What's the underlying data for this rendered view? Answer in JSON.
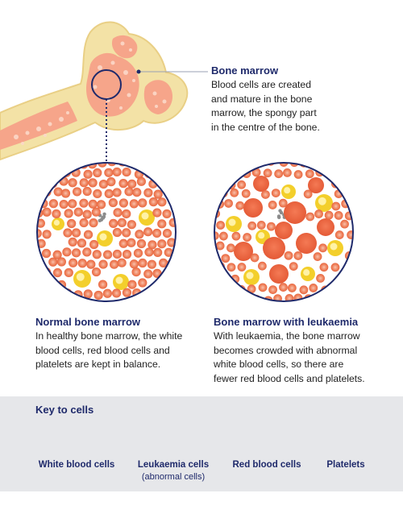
{
  "colors": {
    "bone": "#f3e2a6",
    "bone_edge": "#e9cf85",
    "marrow": "#f6a58a",
    "red_cell": "#ef7b57",
    "red_cell_light": "#f8b9a1",
    "white_cell": "#f3cf2b",
    "leukaemia_cell": "#ec6b48",
    "platelet": "#8c8c8c",
    "navy": "#1f2a6b",
    "key_bg": "#e6e7ea"
  },
  "bone_marrow": {
    "title": "Bone marrow",
    "lines": [
      "Blood cells are created",
      "and mature in the bone",
      "marrow, the spongy part",
      "in the centre of the bone."
    ]
  },
  "normal": {
    "title": "Normal bone marrow",
    "lines": [
      "In healthy bone marrow, the white",
      "blood cells, red blood cells and",
      "platelets are kept in balance."
    ]
  },
  "leukaemia": {
    "title": "Bone marrow with leukaemia",
    "lines": [
      "With leukaemia, the bone marrow",
      "becomes crowded with abnormal",
      "white blood cells, so there are",
      "fewer red blood cells and platelets."
    ]
  },
  "key": {
    "title": "Key to cells",
    "items": [
      {
        "label": "White blood cells",
        "icon": "white-blood-cell-icon"
      },
      {
        "label": "Leukaemia cells",
        "sub": "(abnormal cells)",
        "icon": "leukaemia-cell-icon"
      },
      {
        "label": "Red blood cells",
        "icon": "red-blood-cell-icon"
      },
      {
        "label": "Platelets",
        "icon": "platelet-icon"
      }
    ]
  }
}
